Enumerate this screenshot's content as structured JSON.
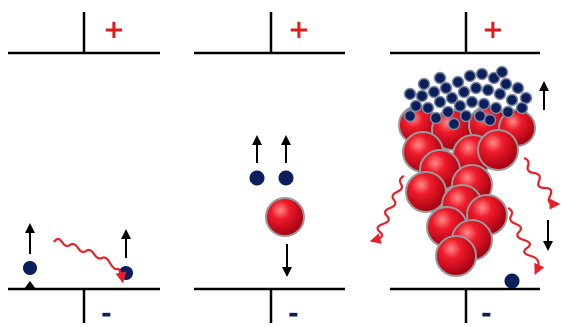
{
  "panels": [
    {
      "positive_label": "+",
      "negative_label": "-"
    },
    {
      "positive_label": "+",
      "negative_label": "-"
    },
    {
      "positive_label": "+",
      "negative_label": "-"
    }
  ],
  "colors": {
    "positive_sign": "#e31a1c",
    "negative_sign": "#0b1f5c",
    "electron": "#0b1f5c",
    "ion": "#d10a1c",
    "photon": "#e8202a",
    "line": "#000000"
  },
  "icons": [
    "electron-dot",
    "positive-ion",
    "photon-wave",
    "up-arrow",
    "down-arrow"
  ]
}
